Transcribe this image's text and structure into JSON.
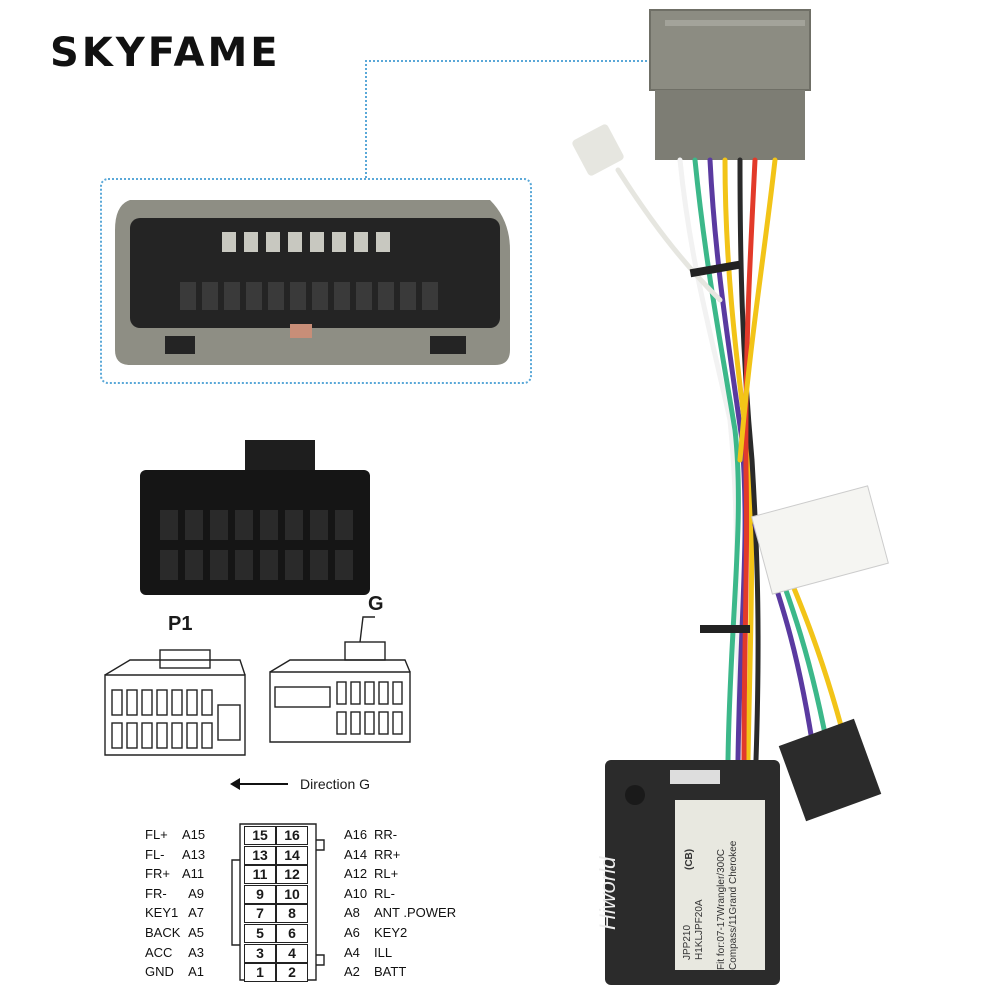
{
  "brand": "SKYFAME",
  "watermark": "SKYFAME",
  "labels": {
    "p1": "P1",
    "g": "G",
    "direction": "Direction G"
  },
  "pins_left": [
    {
      "name": "FL+",
      "code": "A15",
      "num": "15"
    },
    {
      "name": "FL-",
      "code": "A13",
      "num": "13"
    },
    {
      "name": "FR+",
      "code": "A11",
      "num": "11"
    },
    {
      "name": "FR-",
      "code": "A9",
      "num": "9"
    },
    {
      "name": "KEY1",
      "code": "A7",
      "num": "7"
    },
    {
      "name": "BACK",
      "code": "A5",
      "num": "5"
    },
    {
      "name": "ACC",
      "code": "A3",
      "num": "3"
    },
    {
      "name": "GND",
      "code": "A1",
      "num": "1"
    }
  ],
  "pins_right": [
    {
      "num": "16",
      "code": "A16",
      "name": "RR-"
    },
    {
      "num": "14",
      "code": "A14",
      "name": "RR+"
    },
    {
      "num": "12",
      "code": "A12",
      "name": "RL+"
    },
    {
      "num": "10",
      "code": "A10",
      "name": "RL-"
    },
    {
      "num": "8",
      "code": "A8",
      "name": "ANT .POWER"
    },
    {
      "num": "6",
      "code": "A6",
      "name": "KEY2"
    },
    {
      "num": "4",
      "code": "A4",
      "name": "ILL"
    },
    {
      "num": "2",
      "code": "A2",
      "name": "BATT"
    }
  ],
  "decoder": {
    "brand": "Hiworld",
    "model": "JPP210",
    "code": "H1KLJPF20A",
    "tag": "(CB)",
    "fit_line1": "Fit for:07-17Wrangler/300C",
    "fit_line2": "Compass/11Grand Cherokee"
  },
  "colors": {
    "accent": "#5aa8d8",
    "connector_gray": "#8c8c82",
    "decoder_body": "#2b2b2b"
  }
}
